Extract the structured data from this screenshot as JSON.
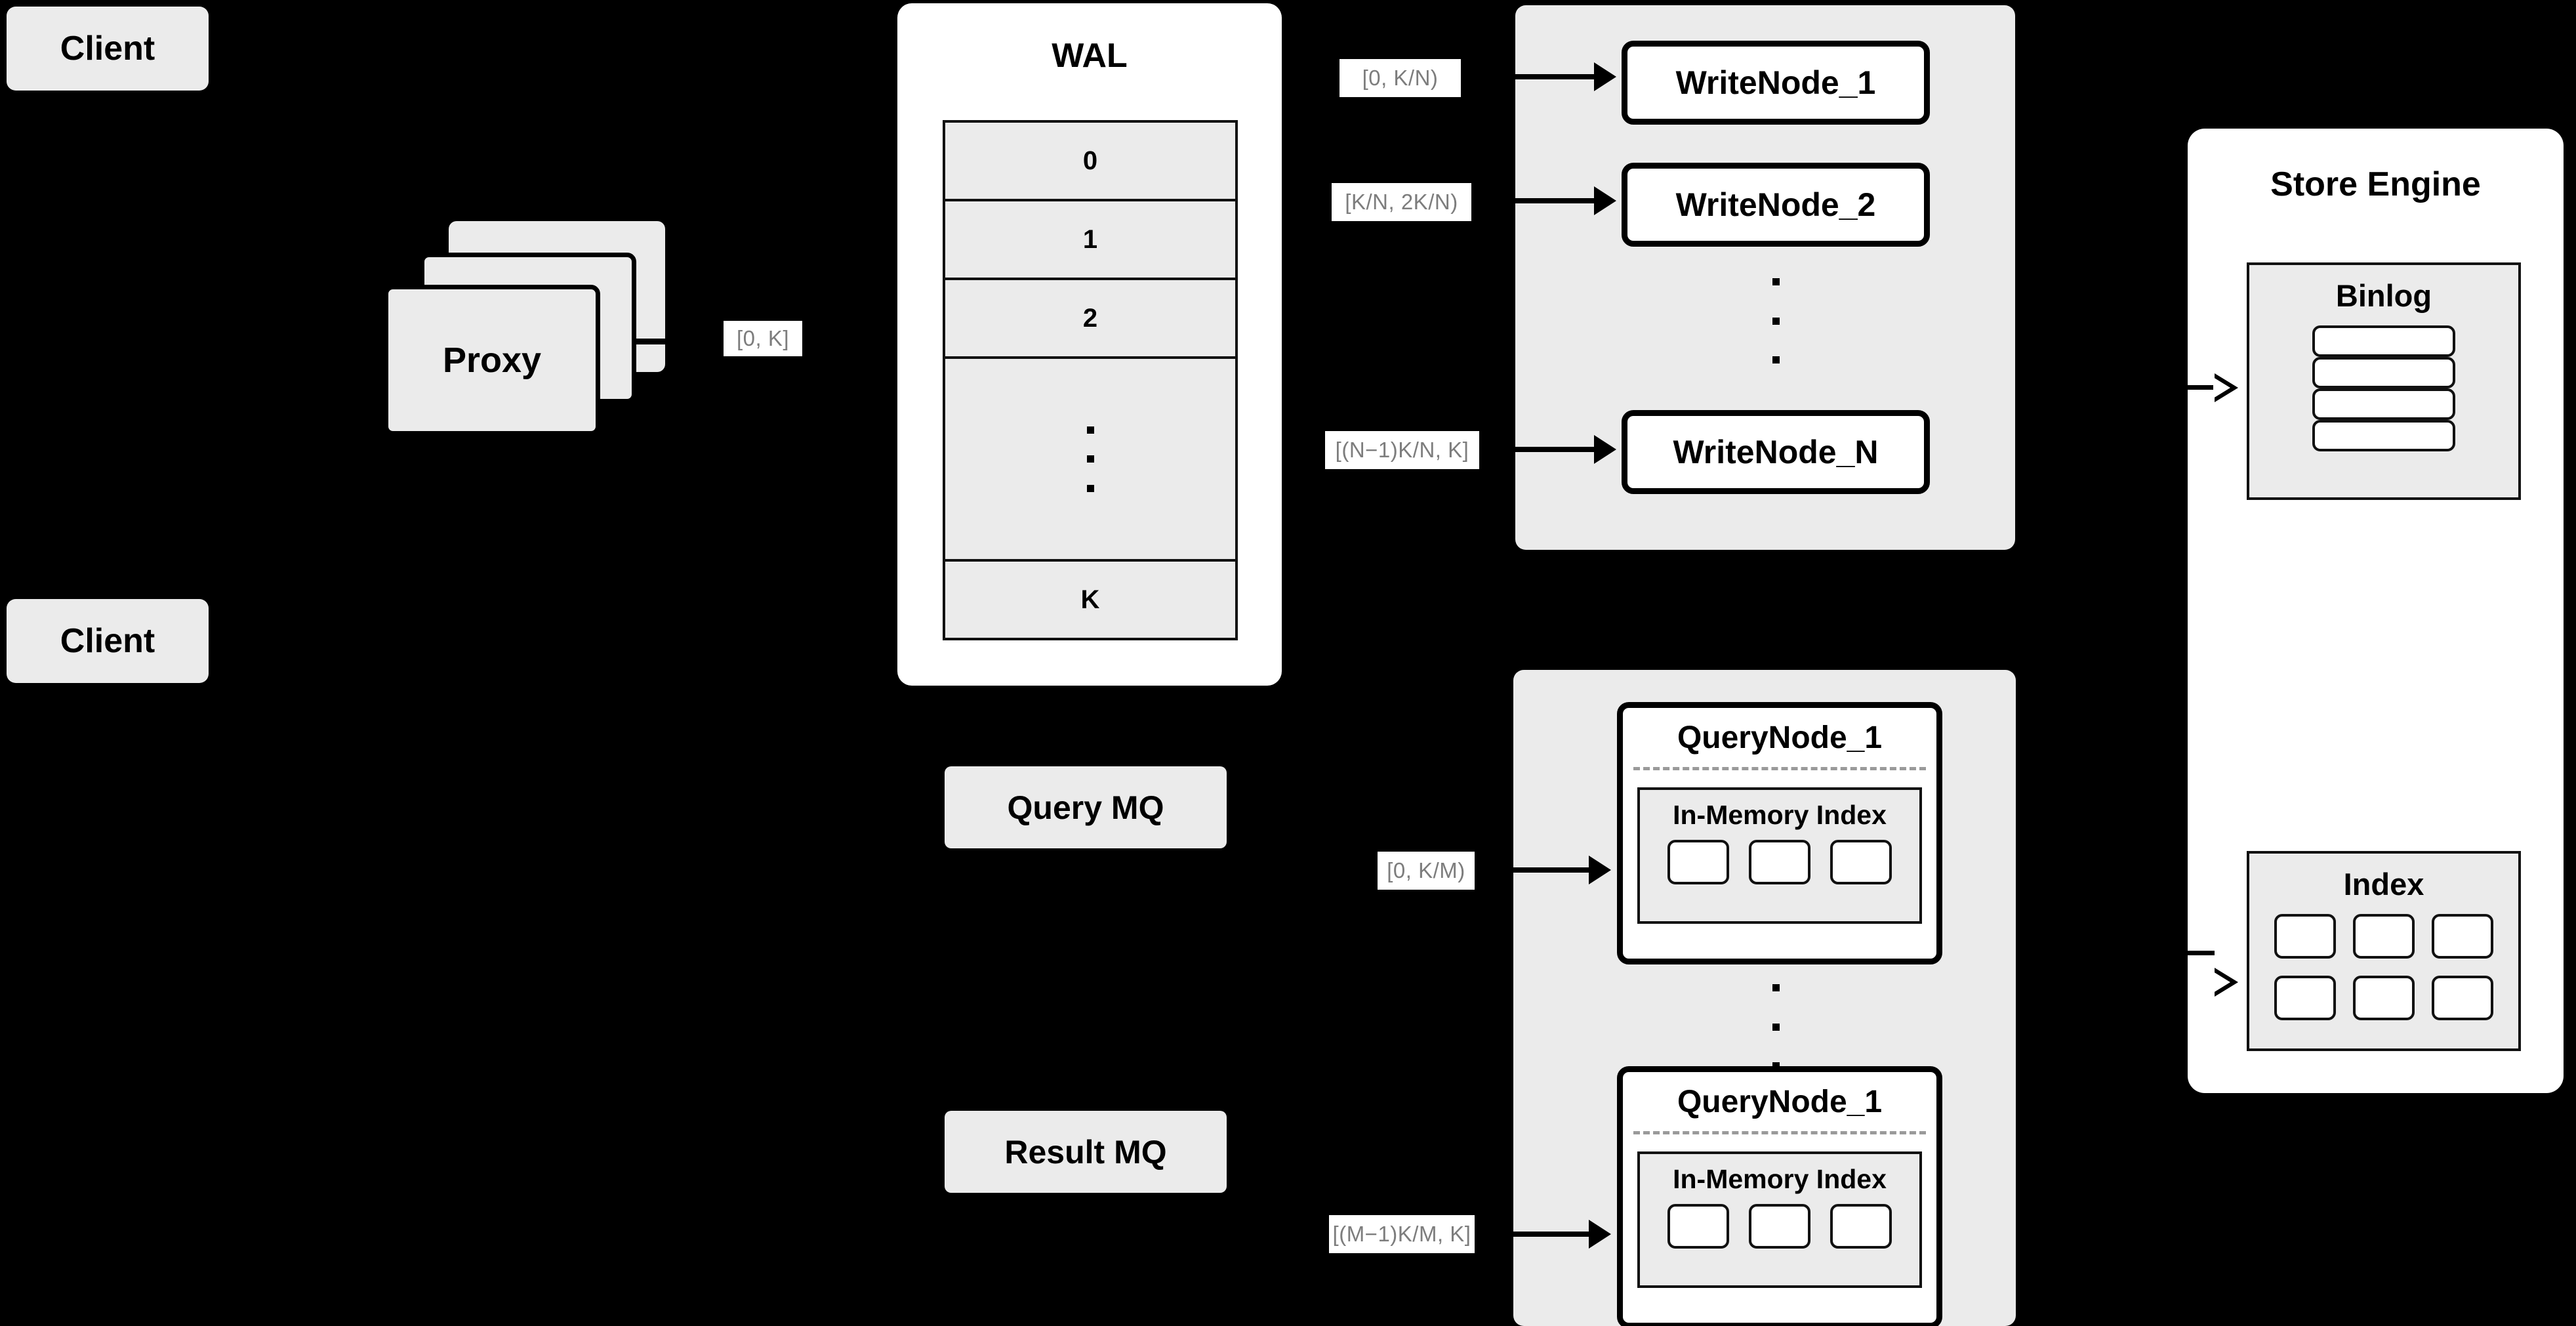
{
  "diagram": {
    "background_color": "#000000",
    "card_fill": "#ebebeb",
    "panel_fill": "#ffffff",
    "label_text_color": "#7d7d7d",
    "stroke_color": "#000000"
  },
  "clients": [
    {
      "label": "Client"
    },
    {
      "label": "Client"
    }
  ],
  "proxy": {
    "label": "Proxy",
    "stack_count": 3
  },
  "proxy_range_label": "[0, K]",
  "wal": {
    "title": "WAL",
    "rows": [
      "0",
      "1",
      "2",
      "⋮",
      "K"
    ],
    "ellipsis_row_index": 3
  },
  "write_cluster": {
    "nodes": [
      {
        "label": "WriteNode_1",
        "range": "[0,  K/N)"
      },
      {
        "label": "WriteNode_2",
        "range": "[K/N, 2K/N)"
      },
      {
        "label": "WriteNode_N",
        "range": "[(N−1)K/N,  K]"
      }
    ],
    "ellipsis": "⋮"
  },
  "query_mq": {
    "label": "Query MQ"
  },
  "result_mq": {
    "label": "Result MQ"
  },
  "query_cluster": {
    "nodes": [
      {
        "label": "QueryNode_1",
        "range": "[0, K/M)",
        "inner": {
          "title": "In-Memory Index",
          "segment_count": 3
        }
      },
      {
        "label": "QueryNode_1",
        "range": "[(M−1)K/M, K]",
        "inner": {
          "title": "In-Memory Index",
          "segment_count": 3
        }
      }
    ],
    "ellipsis": "⋮"
  },
  "store_engine": {
    "title": "Store Engine",
    "binlog": {
      "title": "Binlog",
      "row_count": 4
    },
    "index": {
      "title": "Index",
      "cell_count": 6,
      "cols": 3,
      "rows": 2
    }
  }
}
